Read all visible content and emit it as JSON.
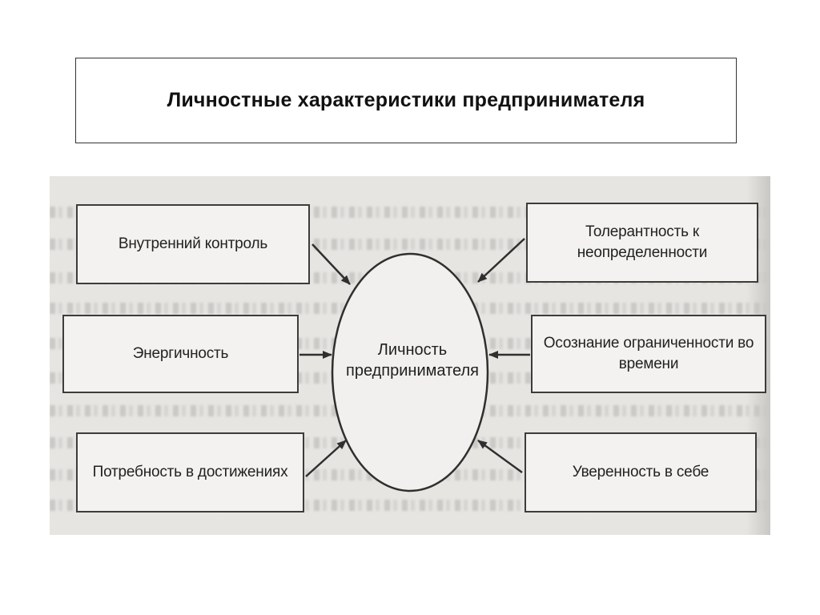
{
  "title": "Личностные характеристики предпринимателя",
  "center": "Личность предпринимателя",
  "left_nodes": [
    "Внутренний контроль",
    "Энергичность",
    "Потребность в достижениях"
  ],
  "right_nodes": [
    "Толерантность к неопределенности",
    "Осознание ограниченности во времени",
    "Уверенность в себе"
  ],
  "colors": {
    "line": "#2f2f2f",
    "scan_background": "#e7e5e2"
  }
}
